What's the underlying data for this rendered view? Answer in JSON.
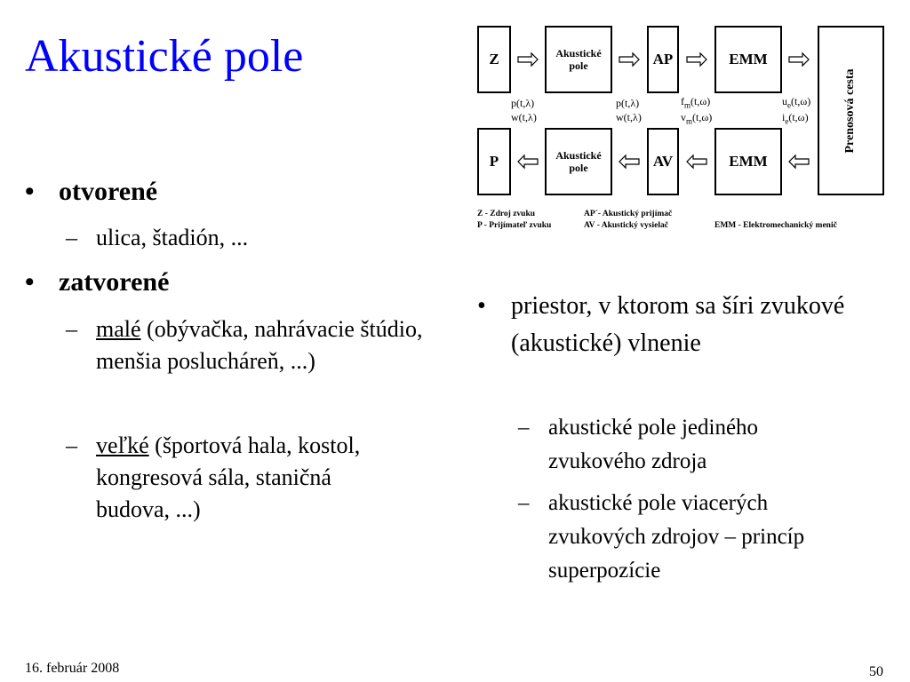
{
  "slide": {
    "title": "Akustické pole",
    "left_list": {
      "item1": {
        "label": "otvorené",
        "sub1": "ulica, štadión, ..."
      },
      "item2": {
        "label": "zatvorené",
        "sub1_key": "malé",
        "sub1_rest": " (obývačka, nahrávacie štúdio, menšia poslucháreň, ...)",
        "sub2_key": "veľké",
        "sub2_rest": " (športová hala, kostol, kongresová sála, staničná budova, ...)"
      }
    },
    "right_list": {
      "item1": "priestor, v ktorom sa šíri zvukové (akustické) vlnenie",
      "sub1": "akustické pole jediného zvukového zdroja",
      "sub2": "akustické pole viacerých zvukových zdrojov – princíp superpozície"
    },
    "footer": {
      "date": "16. február 2008",
      "page": "50"
    }
  },
  "diagram": {
    "top": {
      "z": "Z",
      "field": "Akustické pole",
      "ap": "AP",
      "emm": "EMM"
    },
    "bottom": {
      "p": "P",
      "field": "Akustické pole",
      "av": "AV",
      "emm": "EMM"
    },
    "channel": "Prenosová cesta",
    "labels": {
      "p1": "p(t,λ)",
      "w1": "w(t,λ)",
      "p2": "p(t,λ)",
      "w2": "w(t,λ)",
      "f_base": "f",
      "f_sub": "m",
      "f_rest": "(t,ω)",
      "v_base": "v",
      "v_sub": "m",
      "v_rest": "(t,ω)",
      "u_base": "u",
      "u_sub": "e",
      "u_rest": "(t,ω)",
      "i_base": "i",
      "i_sub": "e",
      "i_rest": "(t,ω)"
    },
    "legend": {
      "l1": "Z - Zdroj zvuku",
      "l2": "P - Prijímateľ zvuku",
      "l3": "AP´- Akustický prijímač",
      "l4": "AV - Akustický vysielač",
      "l5": "EMM - Elektromechanický menič"
    }
  }
}
